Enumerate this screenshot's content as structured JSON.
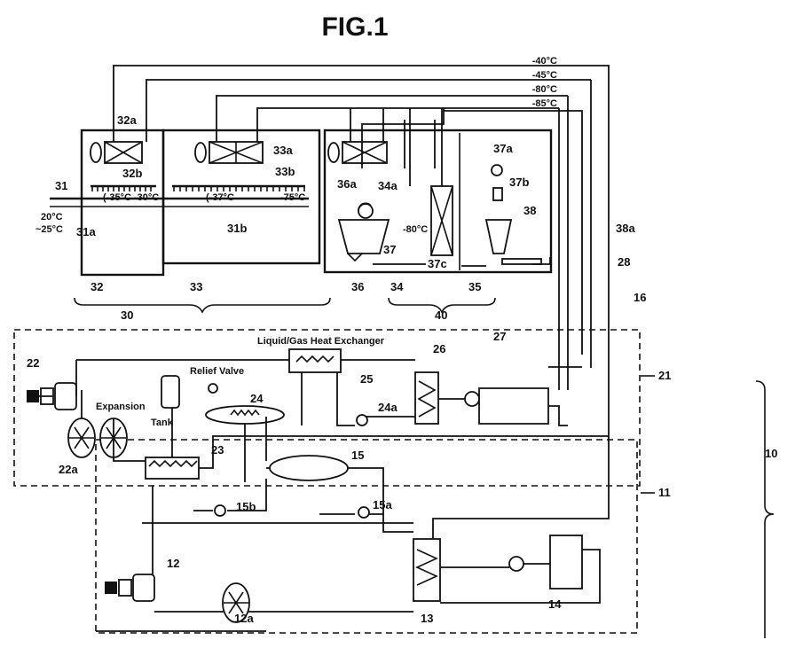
{
  "figure": {
    "title": "FIG.1"
  },
  "temperatures": {
    "t_minus40": "-40°C",
    "t_minus45": "-45°C",
    "t_minus80": "-80°C",
    "t_minus85": "-85°C",
    "inlet_a": "20°C",
    "inlet_b": "~25°C",
    "zone1": "(-35°C -30°C",
    "zone2": "(-37°C",
    "zone3": "-75°C",
    "zone4": "-80°C"
  },
  "labels": {
    "hx_caption": "Liquid/Gas Heat Exchanger",
    "relief_valve": "Relief Valve",
    "expansion_tank_1": "Expansion",
    "expansion_tank_2": "Tank"
  },
  "ref": {
    "r10": "10",
    "r11": "11",
    "r12": "12",
    "r12a": "12a",
    "r13": "13",
    "r14": "14",
    "r15": "15",
    "r15a": "15a",
    "r15b": "15b",
    "r16": "16",
    "r21": "21",
    "r22": "22",
    "r22a": "22a",
    "r23": "23",
    "r24": "24",
    "r24a": "24a",
    "r25": "25",
    "r26": "26",
    "r27": "27",
    "r28": "28",
    "r30": "30",
    "r31": "31",
    "r31a": "31a",
    "r31b": "31b",
    "r32": "32",
    "r32a": "32a",
    "r32b": "32b",
    "r33": "33",
    "r33a": "33a",
    "r33b": "33b",
    "r34": "34",
    "r34a": "34a",
    "r35": "35",
    "r36": "36",
    "r36a": "36a",
    "r37": "37",
    "r37a": "37a",
    "r37b": "37b",
    "r37c": "37c",
    "r38": "38",
    "r38a": "38a",
    "r40": "40"
  }
}
